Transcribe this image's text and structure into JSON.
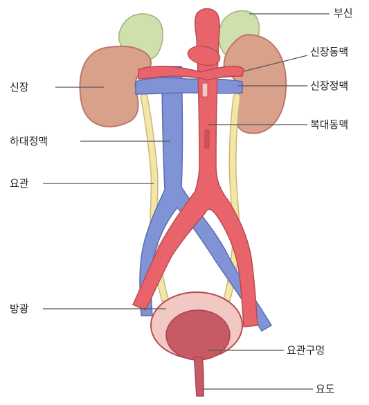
{
  "diagram": {
    "labels": {
      "adrenal": "부신",
      "renal_artery": "신장동맥",
      "kidney": "신장",
      "renal_vein": "신장정맥",
      "abdominal_aorta": "복대동맥",
      "inferior_vena_cava": "하대정맥",
      "ureter": "요관",
      "bladder": "방광",
      "ureteral_orifice": "요관구멍",
      "urethra": "요도"
    },
    "colors": {
      "kidney": "#d9a08a",
      "kidney_edge": "#b9786a",
      "adrenal": "#cfe0ac",
      "artery": "#e9636a",
      "artery_edge": "#b84a52",
      "vein": "#7f93d6",
      "vein_edge": "#5a6cb0",
      "ureter": "#f2e6a8",
      "bladder_outer": "#f2c9c2",
      "bladder_inner": "#c85a66"
    }
  }
}
